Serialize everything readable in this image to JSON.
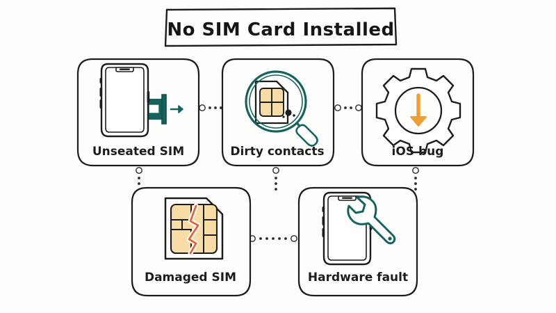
{
  "page": {
    "background_color": "#fdfdfb",
    "ink_color": "#1c1c1a",
    "accent_teal": "#14635c",
    "accent_orange": "#f0a030",
    "accent_crack": "#f0582a",
    "accent_tan": "#f7dca6"
  },
  "title": {
    "text": "No SIM Card Installed"
  },
  "cards": [
    {
      "id": "unseated-sim",
      "label": "Unseated SIM",
      "icon": "phone-sim-tray-arrow-icon"
    },
    {
      "id": "dirty-contacts",
      "label": "Dirty contacts",
      "icon": "magnifier-sim-card-icon"
    },
    {
      "id": "ios-bug",
      "label": "iOS bug",
      "icon": "gear-download-arrow-icon"
    },
    {
      "id": "damaged-sim",
      "label": "Damaged SIM",
      "icon": "cracked-sim-card-icon"
    },
    {
      "id": "hardware-fault",
      "label": "Hardware fault",
      "icon": "phone-wrench-icon"
    }
  ],
  "connectors": [
    {
      "id": "unseated-to-dirty",
      "orientation": "horizontal"
    },
    {
      "id": "dirty-to-ios",
      "orientation": "horizontal"
    },
    {
      "id": "unseated-to-damaged",
      "orientation": "vertical"
    },
    {
      "id": "dirty-to-damaged",
      "orientation": "vertical"
    },
    {
      "id": "ios-to-hardware",
      "orientation": "vertical"
    },
    {
      "id": "damaged-to-hardware",
      "orientation": "horizontal"
    }
  ]
}
